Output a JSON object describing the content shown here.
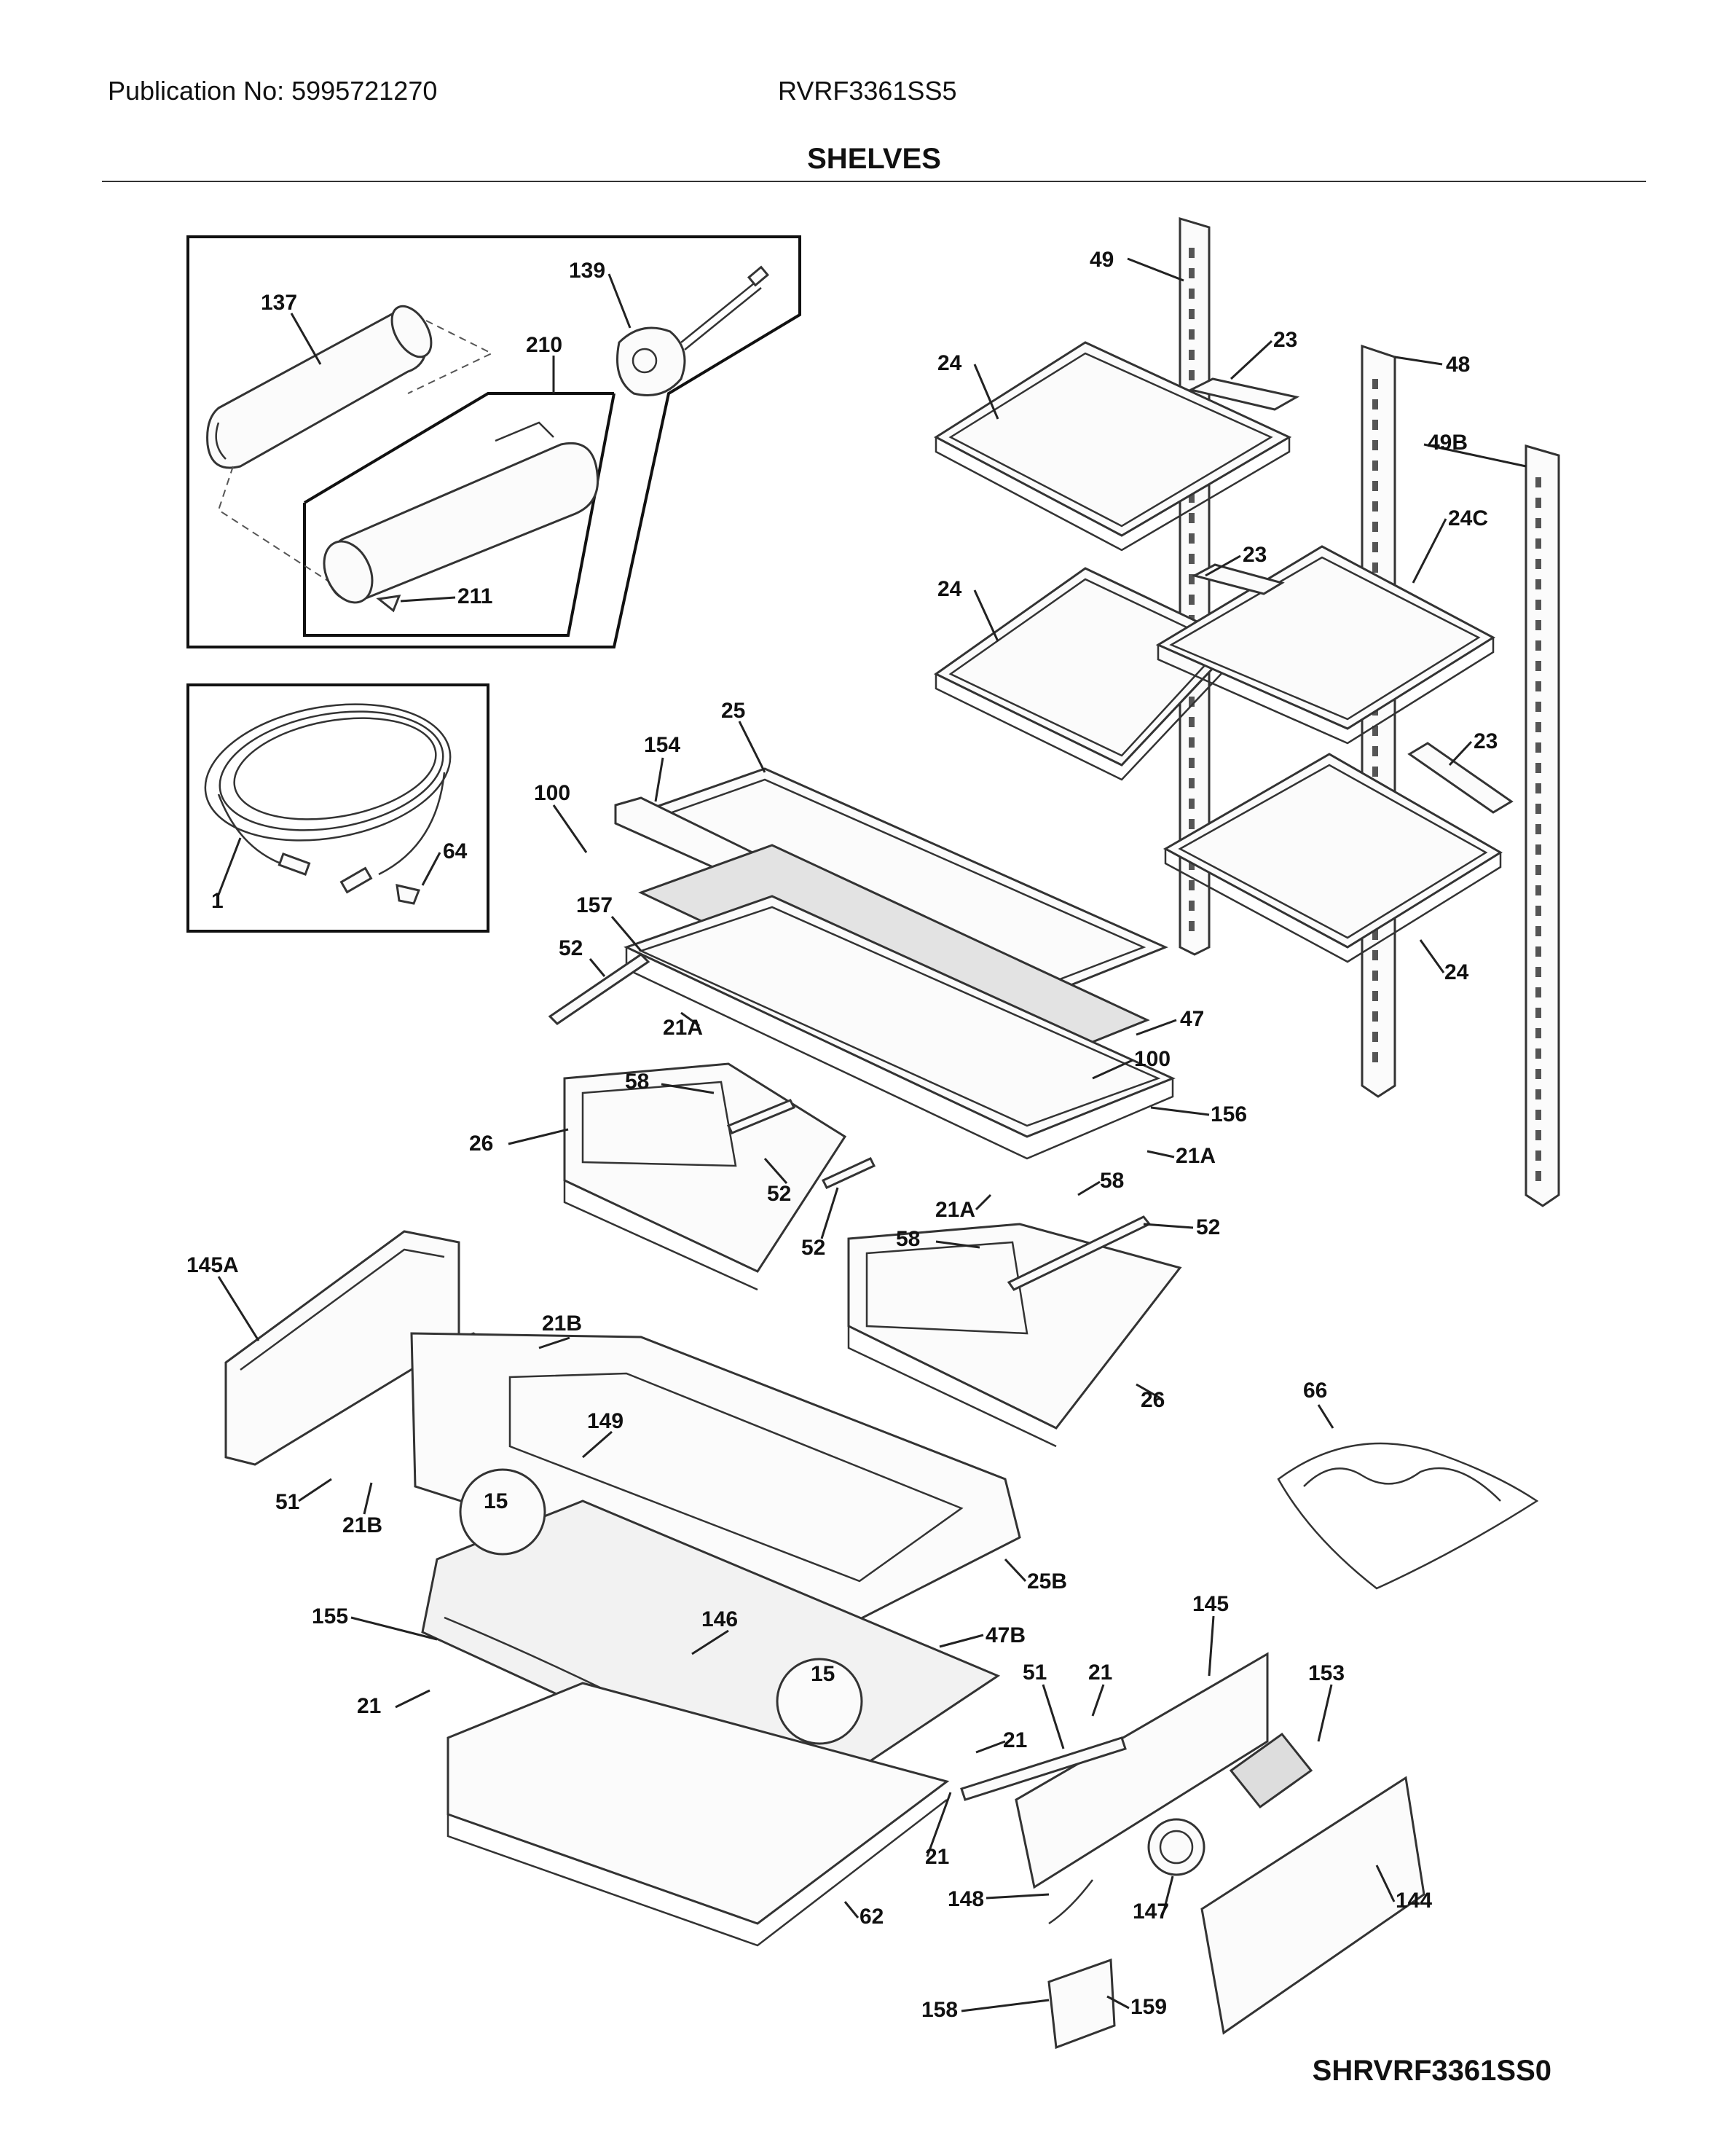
{
  "header": {
    "publication": "Publication No: 5995721270",
    "model": "RVRF3361SS5",
    "title": "SHELVES"
  },
  "footer": {
    "diagram_id": "SHRVRF3361SS0"
  },
  "callouts": [
    {
      "id": "49",
      "label": "49"
    },
    {
      "id": "139",
      "label": "139"
    },
    {
      "id": "137",
      "label": "137"
    },
    {
      "id": "210",
      "label": "210"
    },
    {
      "id": "211",
      "label": "211"
    },
    {
      "id": "23a",
      "label": "23"
    },
    {
      "id": "24a",
      "label": "24"
    },
    {
      "id": "48",
      "label": "48"
    },
    {
      "id": "49B",
      "label": "49B"
    },
    {
      "id": "23b",
      "label": "23"
    },
    {
      "id": "24C",
      "label": "24C"
    },
    {
      "id": "24b",
      "label": "24"
    },
    {
      "id": "23c",
      "label": "23"
    },
    {
      "id": "25",
      "label": "25"
    },
    {
      "id": "154",
      "label": "154"
    },
    {
      "id": "100a",
      "label": "100"
    },
    {
      "id": "64",
      "label": "64"
    },
    {
      "id": "1",
      "label": "1"
    },
    {
      "id": "157",
      "label": "157"
    },
    {
      "id": "24c",
      "label": "24"
    },
    {
      "id": "52a",
      "label": "52"
    },
    {
      "id": "47",
      "label": "47"
    },
    {
      "id": "21Aa",
      "label": "21A"
    },
    {
      "id": "100b",
      "label": "100"
    },
    {
      "id": "58a",
      "label": "58"
    },
    {
      "id": "156",
      "label": "156"
    },
    {
      "id": "26a",
      "label": "26"
    },
    {
      "id": "21Ab",
      "label": "21A"
    },
    {
      "id": "52b",
      "label": "52"
    },
    {
      "id": "58b",
      "label": "58"
    },
    {
      "id": "21Ac",
      "label": "21A"
    },
    {
      "id": "52c",
      "label": "52"
    },
    {
      "id": "52d",
      "label": "52"
    },
    {
      "id": "58c",
      "label": "58"
    },
    {
      "id": "145A",
      "label": "145A"
    },
    {
      "id": "21Ba",
      "label": "21B"
    },
    {
      "id": "26b",
      "label": "26"
    },
    {
      "id": "66",
      "label": "66"
    },
    {
      "id": "149",
      "label": "149"
    },
    {
      "id": "51a",
      "label": "51"
    },
    {
      "id": "21Bb",
      "label": "21B"
    },
    {
      "id": "15a",
      "label": "15"
    },
    {
      "id": "25B",
      "label": "25B"
    },
    {
      "id": "145",
      "label": "145"
    },
    {
      "id": "155",
      "label": "155"
    },
    {
      "id": "146",
      "label": "146"
    },
    {
      "id": "47B",
      "label": "47B"
    },
    {
      "id": "51b",
      "label": "51"
    },
    {
      "id": "21a",
      "label": "21"
    },
    {
      "id": "153",
      "label": "153"
    },
    {
      "id": "15b",
      "label": "15"
    },
    {
      "id": "21b",
      "label": "21"
    },
    {
      "id": "21c",
      "label": "21"
    },
    {
      "id": "21d",
      "label": "21"
    },
    {
      "id": "62",
      "label": "62"
    },
    {
      "id": "148",
      "label": "148"
    },
    {
      "id": "147",
      "label": "147"
    },
    {
      "id": "144",
      "label": "144"
    },
    {
      "id": "158",
      "label": "158"
    },
    {
      "id": "159",
      "label": "159"
    }
  ]
}
